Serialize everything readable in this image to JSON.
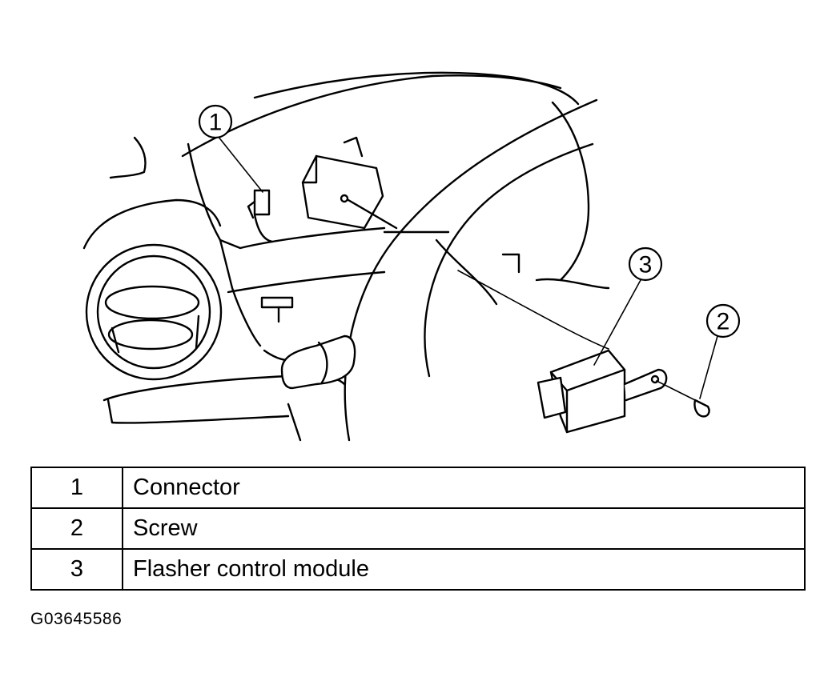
{
  "callouts": [
    {
      "number": "1",
      "description": "Connector"
    },
    {
      "number": "2",
      "description": "Screw"
    },
    {
      "number": "3",
      "description": "Flasher control module"
    }
  ],
  "figure_id": "G03645586"
}
